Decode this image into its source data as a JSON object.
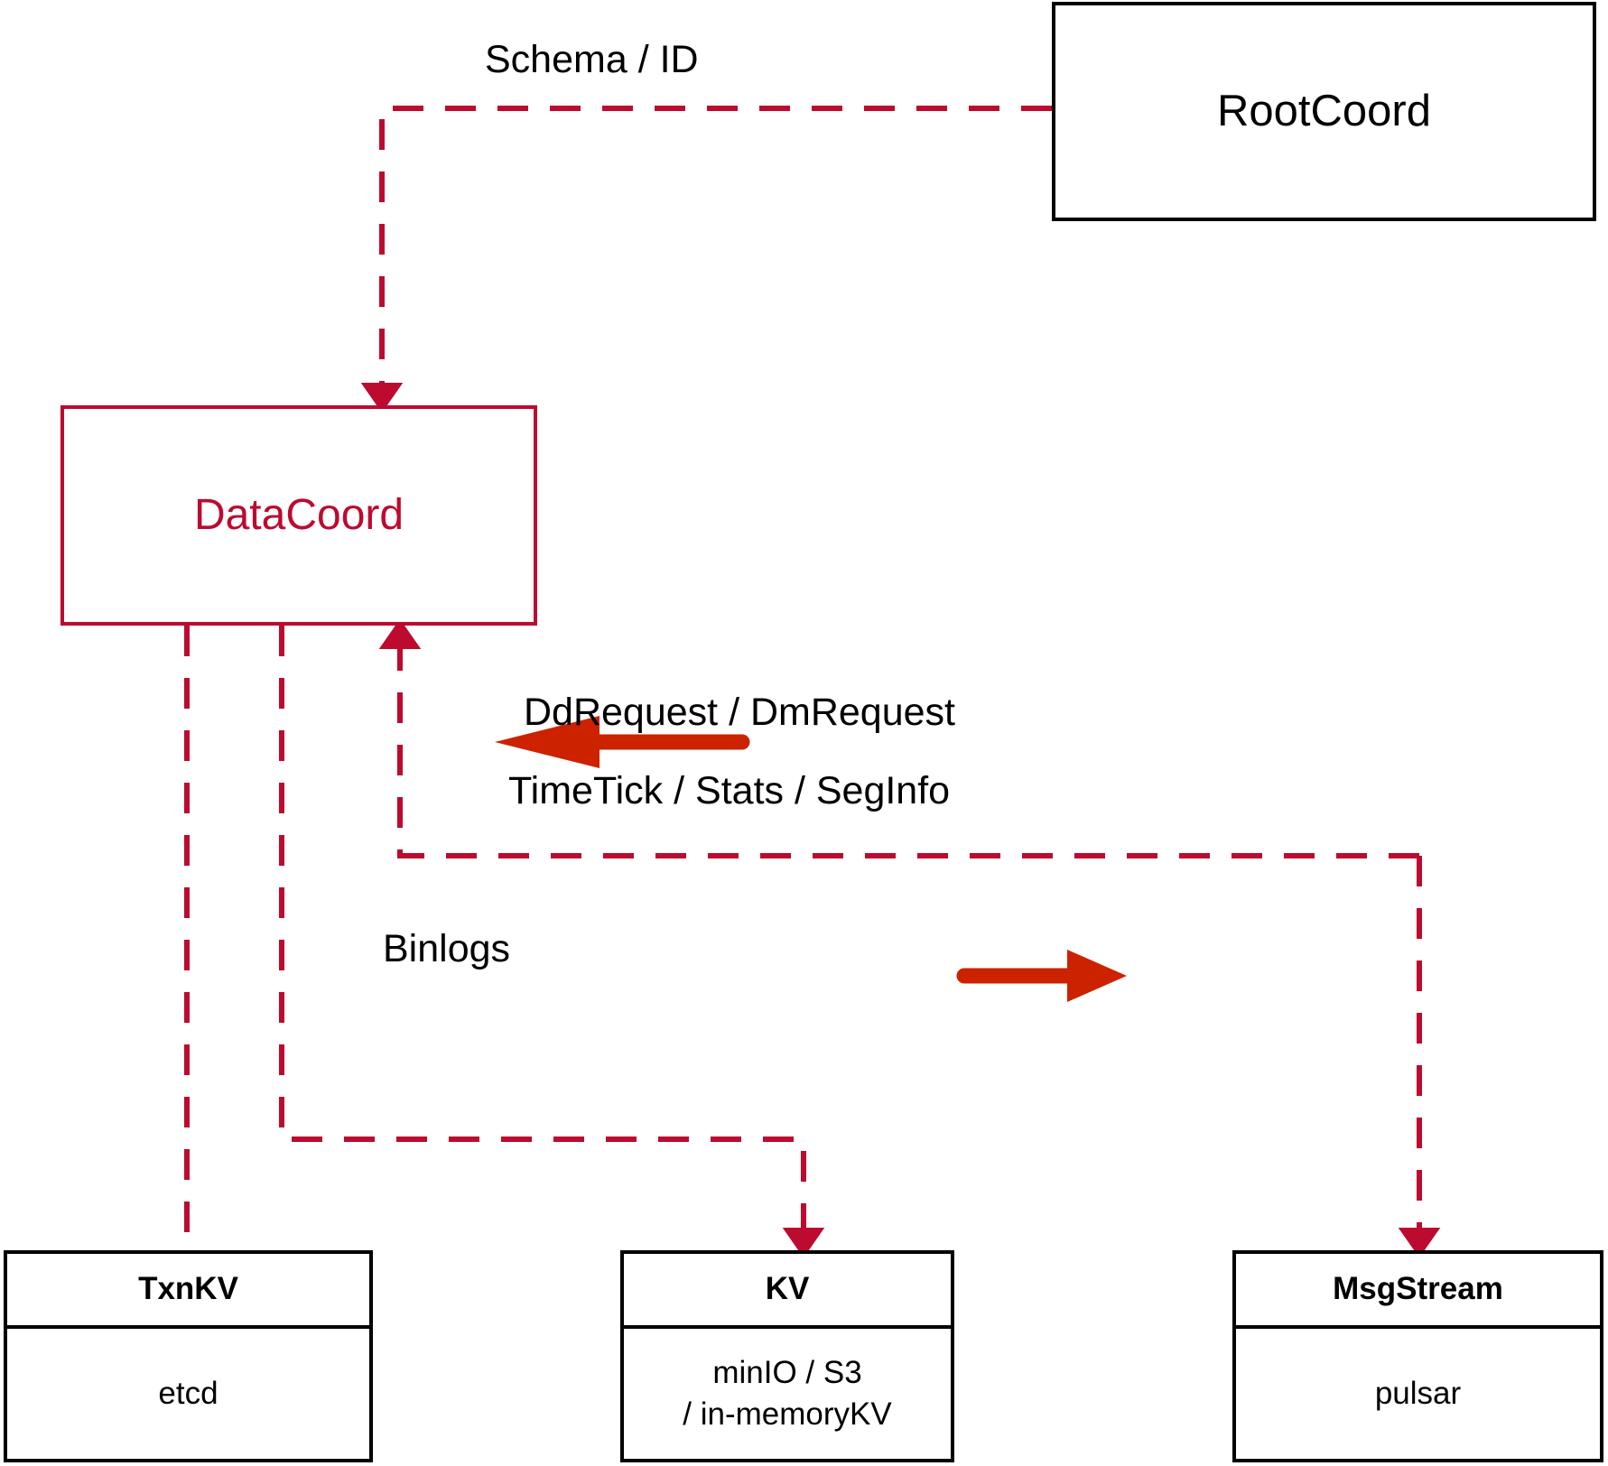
{
  "diagram": {
    "title": "DataCoord component interaction diagram",
    "colors": {
      "accent_red": "#BD0A2F",
      "arrow_red": "#CC2200",
      "outline_black": "#000000",
      "background": "#FFFFFF"
    }
  },
  "nodes": {
    "root_coord": {
      "label": "RootCoord"
    },
    "data_coord": {
      "label": "DataCoord"
    },
    "txnkv": {
      "title": "TxnKV",
      "body_lines": [
        "etcd"
      ]
    },
    "kv": {
      "title": "KV",
      "body_lines": [
        "minIO / S3",
        "/ in-memoryKV"
      ]
    },
    "msgstream": {
      "title": "MsgStream",
      "body_lines": [
        "pulsar"
      ]
    }
  },
  "edges": {
    "schema_id": {
      "label": "Schema / ID",
      "from": "root_coord",
      "to": "data_coord",
      "style": "dashed",
      "arrow": "end"
    },
    "dd_dm_request": {
      "label": "DdRequest / DmRequest",
      "from": "msgstream",
      "to": "data_coord",
      "style": "dashed",
      "arrow": "end"
    },
    "timetick": {
      "label": "TimeTick / Stats / SegInfo",
      "from": "data_coord",
      "to": "msgstream",
      "style": "dashed",
      "arrow": "end"
    },
    "binlogs": {
      "label": "Binlogs",
      "from": "data_coord",
      "to": "kv",
      "style": "dashed",
      "arrow": "end"
    },
    "txnkv_link": {
      "label": "",
      "from": "data_coord",
      "to": "txnkv",
      "style": "dashed",
      "arrow": "none"
    }
  },
  "direction_markers": {
    "inbound_arrow": {
      "name": "left-arrow-marker",
      "direction": "left",
      "meaning": "DdRequest / DmRequest flows into DataCoord"
    },
    "outbound_arrow": {
      "name": "right-arrow-marker",
      "direction": "right",
      "meaning": "TimeTick / Stats / SegInfo flows out to MsgStream"
    }
  }
}
